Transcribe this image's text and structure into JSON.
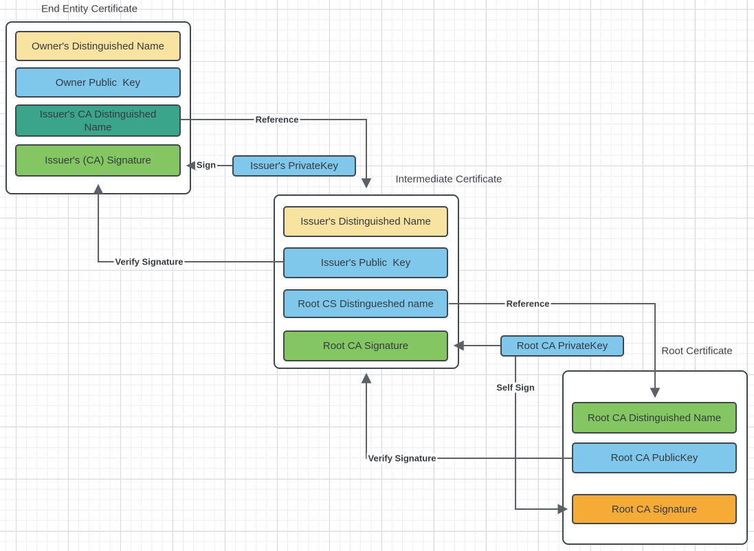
{
  "palette": {
    "yellow": "#f8e3a1",
    "blue": "#7fc8ec",
    "teal": "#3ba58c",
    "green": "#84c662",
    "orange": "#f5ab35",
    "stroke": "#40474d",
    "arrow": "#5a6066"
  },
  "groups": [
    {
      "title": "End Entity Certificate",
      "cells": [
        {
          "label": "Owner's Distinguished Name",
          "color": "yellow"
        },
        {
          "label": "Owner Public  Key",
          "color": "blue"
        },
        {
          "label": "Issuer's CA Distinguished Name",
          "color": "teal"
        },
        {
          "label": "Issuer's (CA) Signature",
          "color": "green"
        }
      ]
    },
    {
      "title": "Intermediate Certificate",
      "cells": [
        {
          "label": "Issuer's Distinguished Name",
          "color": "yellow"
        },
        {
          "label": "Issuer's Public  Key",
          "color": "blue"
        },
        {
          "label": "Root CS Distingueshed name",
          "color": "blue"
        },
        {
          "label": "Root CA Signature",
          "color": "green"
        }
      ]
    },
    {
      "title": "Root Certificate",
      "cells": [
        {
          "label": "Root CA Distinguished Name",
          "color": "green"
        },
        {
          "label": "Root CA PublicKey",
          "color": "blue"
        },
        {
          "label": "Root CA Signature",
          "color": "orange"
        }
      ]
    }
  ],
  "keys": [
    {
      "label": "Issuer's PrivateKey",
      "color": "blue"
    },
    {
      "label": "Root CA PrivateKey",
      "color": "blue"
    }
  ],
  "connectors": [
    {
      "label": "Reference"
    },
    {
      "label": "Sign"
    },
    {
      "label": "Verify Signature"
    },
    {
      "label": "Reference"
    },
    {
      "label": "Self Sign"
    },
    {
      "label": "Verify Signature"
    }
  ]
}
